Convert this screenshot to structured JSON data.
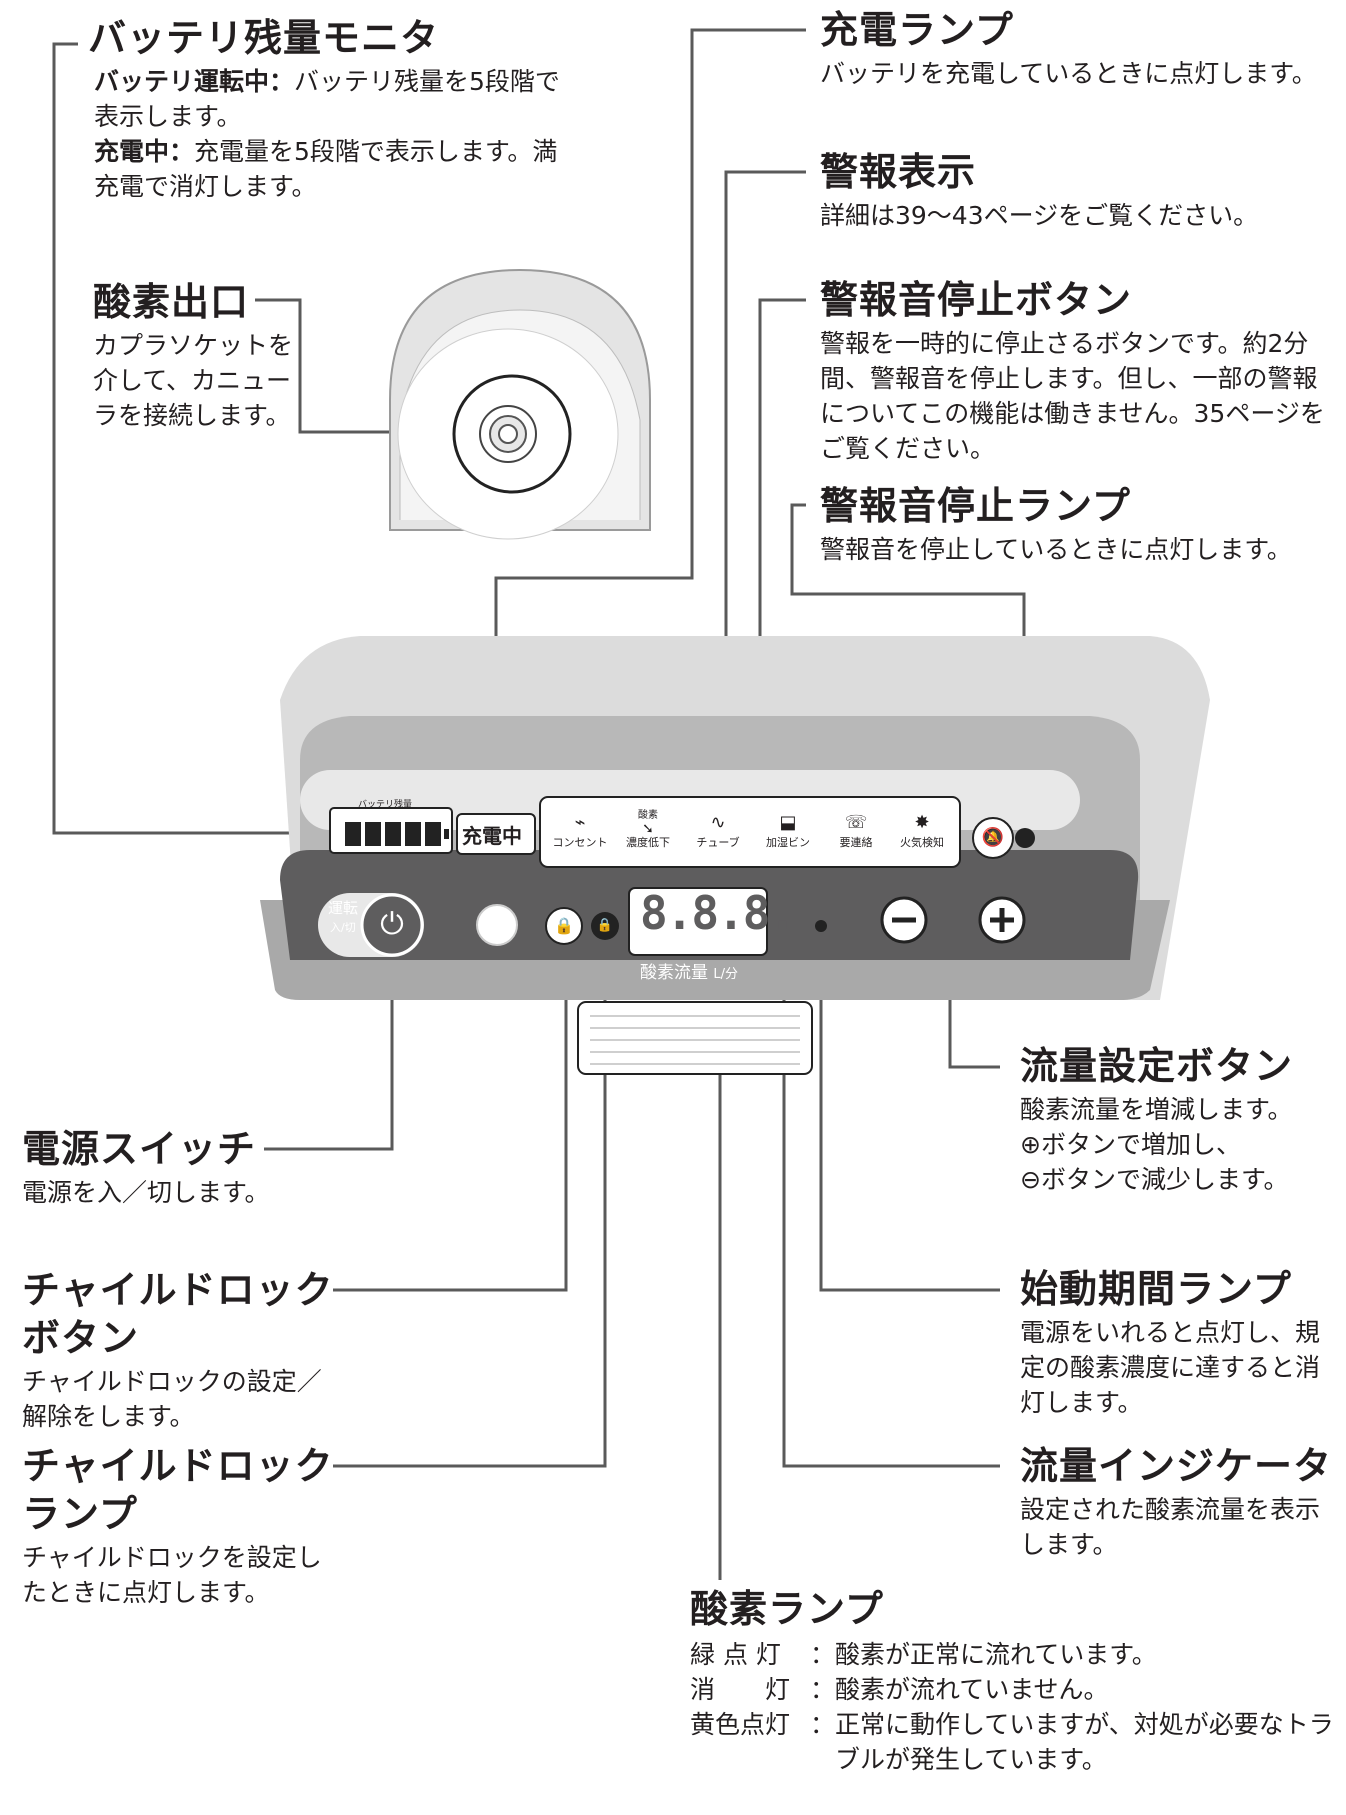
{
  "labels": {
    "battery_monitor": {
      "title": "バッテリ残量モニタ",
      "running_label": "バッテリ運転中：",
      "running_text": "バッテリ残量を5段階で表示します。",
      "charging_label": "充電中：",
      "charging_text": "充電量を5段階で表示します。満充電で消灯します。"
    },
    "oxygen_outlet": {
      "title": "酸素出口",
      "desc": "カプラソケットを介して、カニューラを接続します。"
    },
    "charge_lamp": {
      "title": "充電ランプ",
      "desc": "バッテリを充電しているときに点灯します。"
    },
    "alarm_display": {
      "title": "警報表示",
      "desc": "詳細は39～43ページをご覧ください。"
    },
    "alarm_stop_button": {
      "title": "警報音停止ボタン",
      "desc": "警報を一時的に停止さるボタンです。約2分間、警報音を停止します。但し、一部の警報についてこの機能は働きません。35ページをご覧ください。"
    },
    "alarm_stop_lamp": {
      "title": "警報音停止ランプ",
      "desc": "警報音を停止しているときに点灯します。"
    },
    "flow_buttons": {
      "title": "流量設定ボタン",
      "desc1": "酸素流量を増減します。",
      "desc2": "ボタンで増加し、",
      "desc3": "ボタンで減少します。"
    },
    "power_switch": {
      "title": "電源スイッチ",
      "desc": "電源を入／切します。"
    },
    "startup_lamp": {
      "title": "始動期間ランプ",
      "desc": "電源をいれると点灯し、規定の酸素濃度に達すると消灯します。"
    },
    "child_lock_button": {
      "title1": "チャイルドロック",
      "title2": "ボタン",
      "desc": "チャイルドロックの設定／解除をします。"
    },
    "child_lock_lamp": {
      "title1": "チャイルドロック",
      "title2": "ランプ",
      "desc": "チャイルドロックを設定したときに点灯します。"
    },
    "flow_indicator": {
      "title": "流量インジケータ",
      "desc": "設定された酸素流量を表示します。"
    },
    "oxygen_lamp": {
      "title": "酸素ランプ",
      "rows": [
        {
          "state": "緑 点 灯",
          "text": "酸素が正常に流れています。"
        },
        {
          "state": "消　　灯",
          "text": "酸素が流れていません。"
        },
        {
          "state": "黄色点灯",
          "text": "正常に動作していますが、対処が必要なトラブルが発生しています。"
        }
      ]
    }
  },
  "panel": {
    "battery_caption": "バッテリ残量",
    "charging_badge": "充電中",
    "alarm_icons": [
      {
        "name": "outlet-alarm",
        "label": "コンセント"
      },
      {
        "name": "oxygen-low-alarm",
        "label_top": "酸素",
        "label": "濃度低下"
      },
      {
        "name": "tube-alarm",
        "label": "チューブ"
      },
      {
        "name": "humidifier-alarm",
        "label": "加湿ビン"
      },
      {
        "name": "contact-alarm",
        "label": "要連絡"
      },
      {
        "name": "fire-alarm",
        "label": "火気検知"
      }
    ],
    "power_label_top": "運転",
    "power_label_bottom": "入/切",
    "flow_display": "8.8.8.",
    "flow_caption": "酸素流量",
    "flow_unit": "L/分"
  },
  "colors": {
    "panel_dark": "#5e5d5e",
    "panel_mid": "#8a898a",
    "body_light": "#e6e6e6",
    "accent_text": "#231f20"
  }
}
